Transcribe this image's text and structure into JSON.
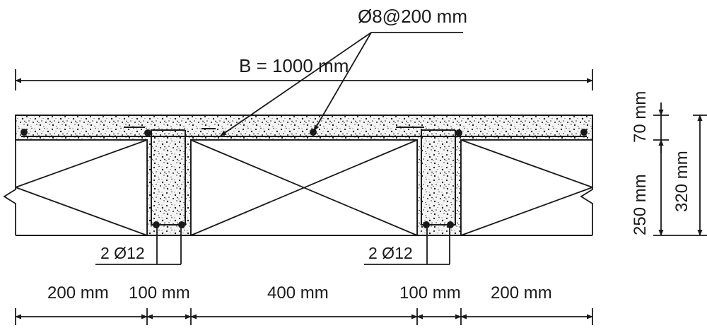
{
  "labels": {
    "stirrup": "Ø8@200 mm",
    "width": "B = 1000 mm",
    "rib_rebar_left": "2 Ø12",
    "rib_rebar_right": "2 Ø12",
    "dim_slab": "70 mm",
    "dim_rib": "250 mm",
    "dim_total": "320 mm",
    "bottom_dims": [
      "200 mm",
      "100 mm",
      "400 mm",
      "100 mm",
      "200 mm"
    ]
  },
  "colors": {
    "line": "#1a1a1a",
    "concrete_bg": "#f4f4f4",
    "speckle": "#222222"
  }
}
